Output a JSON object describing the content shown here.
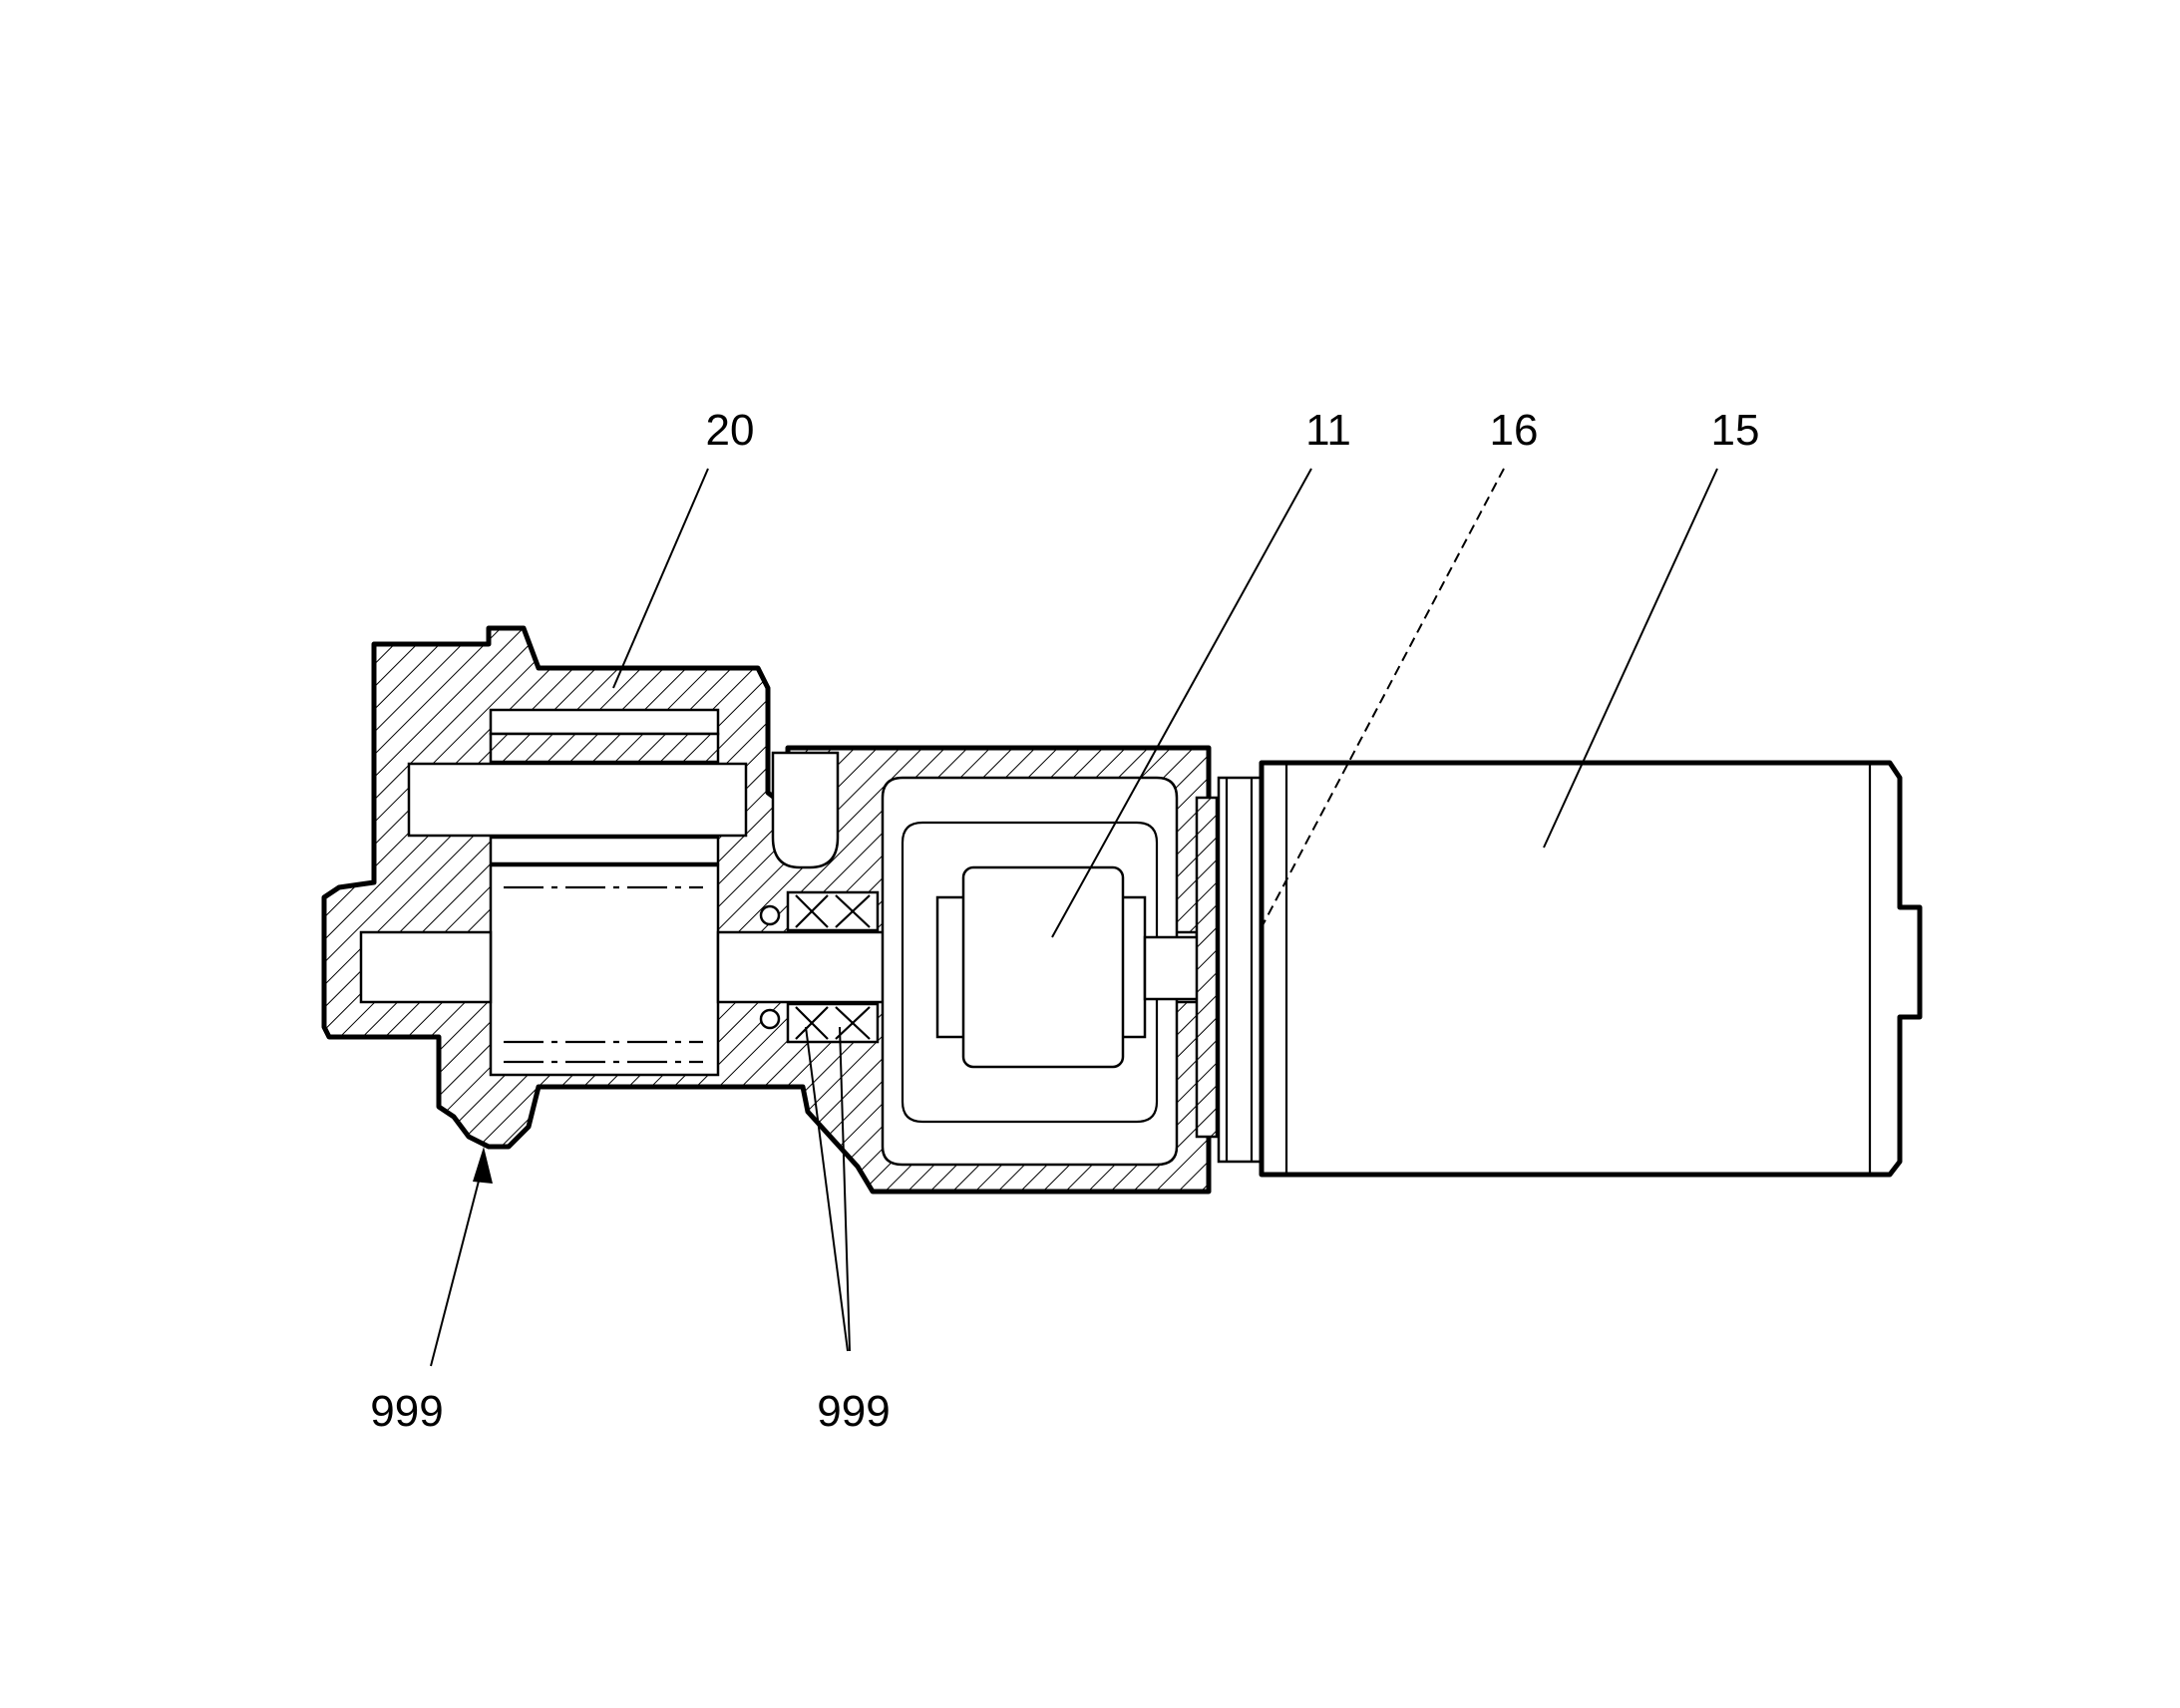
{
  "labels": {
    "housing": "20",
    "rotor": "11",
    "seal": "16",
    "motor": "15",
    "joint_left": "999",
    "bearings": "999"
  },
  "colors": {
    "line": "#000000",
    "background": "#ffffff"
  }
}
